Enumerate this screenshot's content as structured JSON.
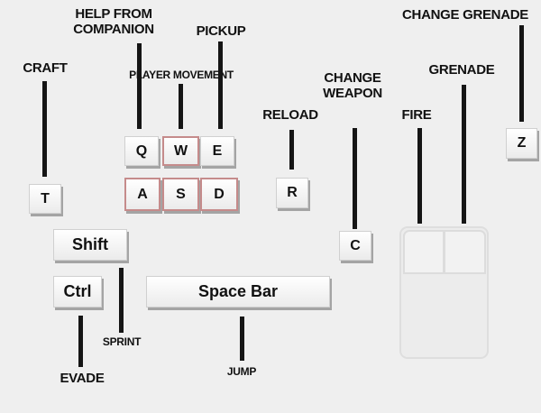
{
  "labels": {
    "help_from_companion": "HELP FROM\nCOMPANION",
    "pickup": "PICKUP",
    "craft": "CRAFT",
    "player_movement": "PLAYER MOVEMENT",
    "change_weapon": "CHANGE\nWEAPON",
    "reload": "RELOAD",
    "fire": "FIRE",
    "grenade": "GRENADE",
    "change_grenade": "CHANGE GRENADE",
    "sprint": "SPRINT",
    "evade": "EVADE",
    "jump": "JUMP"
  },
  "keys": {
    "q": "Q",
    "w": "W",
    "e": "E",
    "a": "A",
    "s": "S",
    "d": "D",
    "t": "T",
    "r": "R",
    "c": "C",
    "z": "Z",
    "shift": "Shift",
    "ctrl": "Ctrl",
    "space": "Space Bar"
  },
  "highlighted_keys": [
    "w",
    "a",
    "s",
    "d"
  ],
  "colors": {
    "background": "#efefef",
    "line": "#151515",
    "key_highlight_border": "#c58b8b"
  }
}
